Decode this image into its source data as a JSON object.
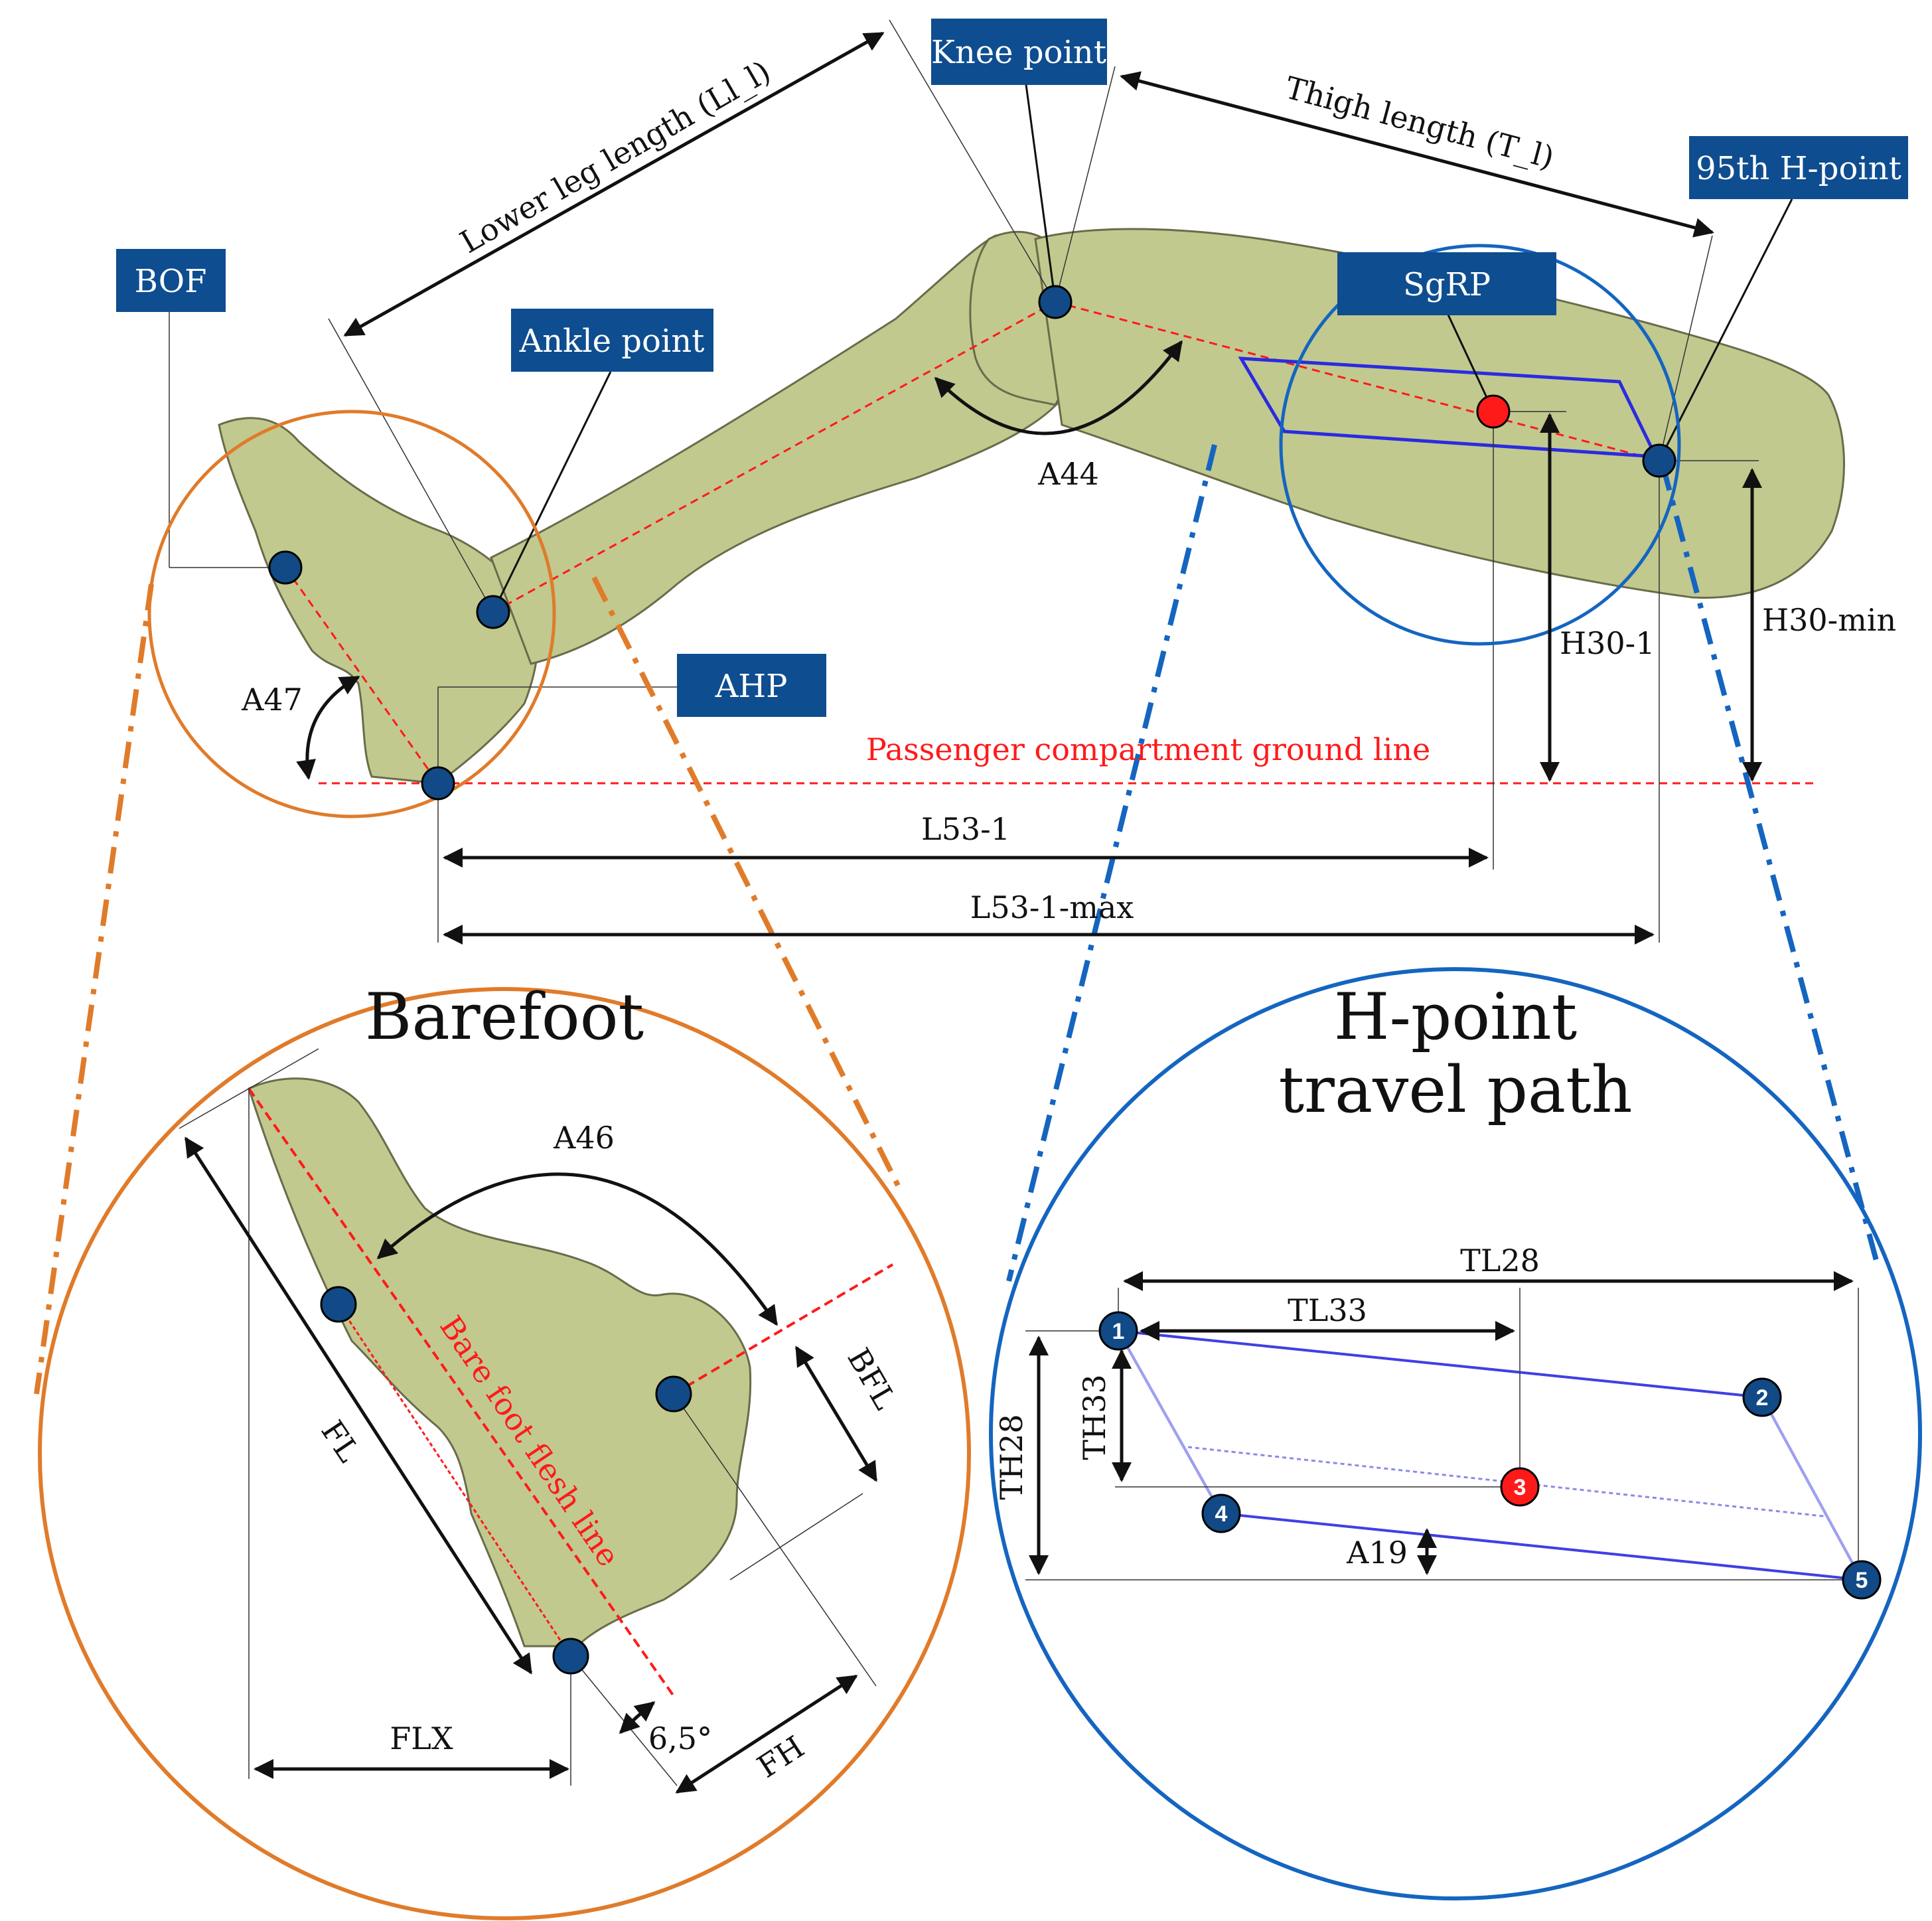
{
  "labels": {
    "knee_point": "Knee point",
    "h95": "95th H-point",
    "bof": "BOF",
    "ankle_point": "Ankle point",
    "sgrp": "SgRP",
    "ahp": "AHP"
  },
  "dimensions": {
    "lower_leg": "Lower leg length (Ll_l)",
    "thigh": "Thigh length (T_l)",
    "a44": "A44",
    "a47": "A47",
    "h30_1": "H30-1",
    "h30_min": "H30-min",
    "l53_1": "L53-1",
    "l53_1_max": "L53-1-max",
    "ground_line": "Passenger compartment ground line"
  },
  "barefoot": {
    "title": "Barefoot",
    "a46": "A46",
    "fl": "FL",
    "bfl": "BFL",
    "flx": "FLX",
    "fh": "FH",
    "angle": "6,5°",
    "flesh_line": "Bare foot flesh line"
  },
  "hpoint": {
    "title_line1": "H-point",
    "title_line2": "travel path",
    "tl28": "TL28",
    "tl33": "TL33",
    "th33": "TH33",
    "th28": "TH28",
    "a19": "A19",
    "points": [
      "1",
      "2",
      "3",
      "4",
      "5"
    ]
  },
  "colors": {
    "body_fill": "#c1c98f",
    "label_box": "#0e4d8f",
    "point": "#114a86",
    "accent_red": "#ff1a1a",
    "orange": "#e07b2a",
    "blue": "#1565c0",
    "path_blue": "#2b2be0"
  }
}
